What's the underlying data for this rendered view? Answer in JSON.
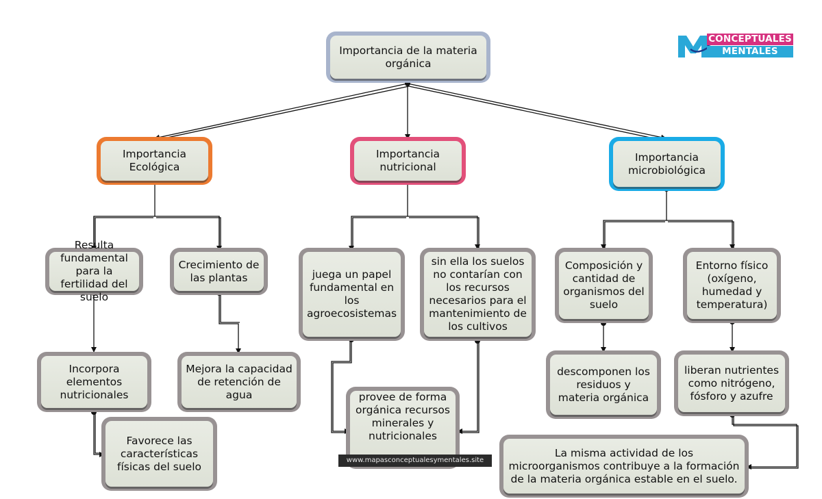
{
  "root": "Importancia de la materia orgánica",
  "categories": {
    "ecologica": "Importancia Ecológica",
    "nutricional": "Importancia nutricional",
    "microbiologica": "Importancia microbiológica"
  },
  "ecologica": {
    "fertilidad": "Resulta fundamental para la fertilidad del suelo",
    "crecimiento": "Crecimiento de las plantas",
    "incorpora": "Incorpora elementos nutricionales",
    "retencion": "Mejora la capacidad de retención de agua",
    "favorece": "Favorece las características físicas del suelo"
  },
  "nutricional": {
    "agroecosistemas": "juega un papel fundamental en los agroecosistemas",
    "sin_ella": "sin ella los suelos no contarían con los recursos necesarios para el mantenimiento de los cultivos",
    "provee": "provee de forma orgánica recursos minerales y nutricionales"
  },
  "microbiologica": {
    "composicion": "Composición y cantidad de organismos del suelo",
    "entorno": "Entorno físico (oxígeno, humedad y temperatura)",
    "descomponen": "descomponen los residuos y materia orgánica",
    "liberan": "liberan nutrientes como nitrógeno, fósforo y azufre",
    "actividad": "La misma actividad de los microorganismos contribuye a la formación de la materia orgánica estable en el suelo."
  },
  "logo": {
    "line1": "CONCEPTUALES",
    "line2": "MENTALES"
  },
  "watermark": "www.mapasconceptualesymentales.site",
  "colors": {
    "ecologica": "#ec7a30",
    "nutricional": "#e2507a",
    "microbiologica": "#1aabe6",
    "root": "#a8b4cc",
    "node_border": "#989293"
  }
}
